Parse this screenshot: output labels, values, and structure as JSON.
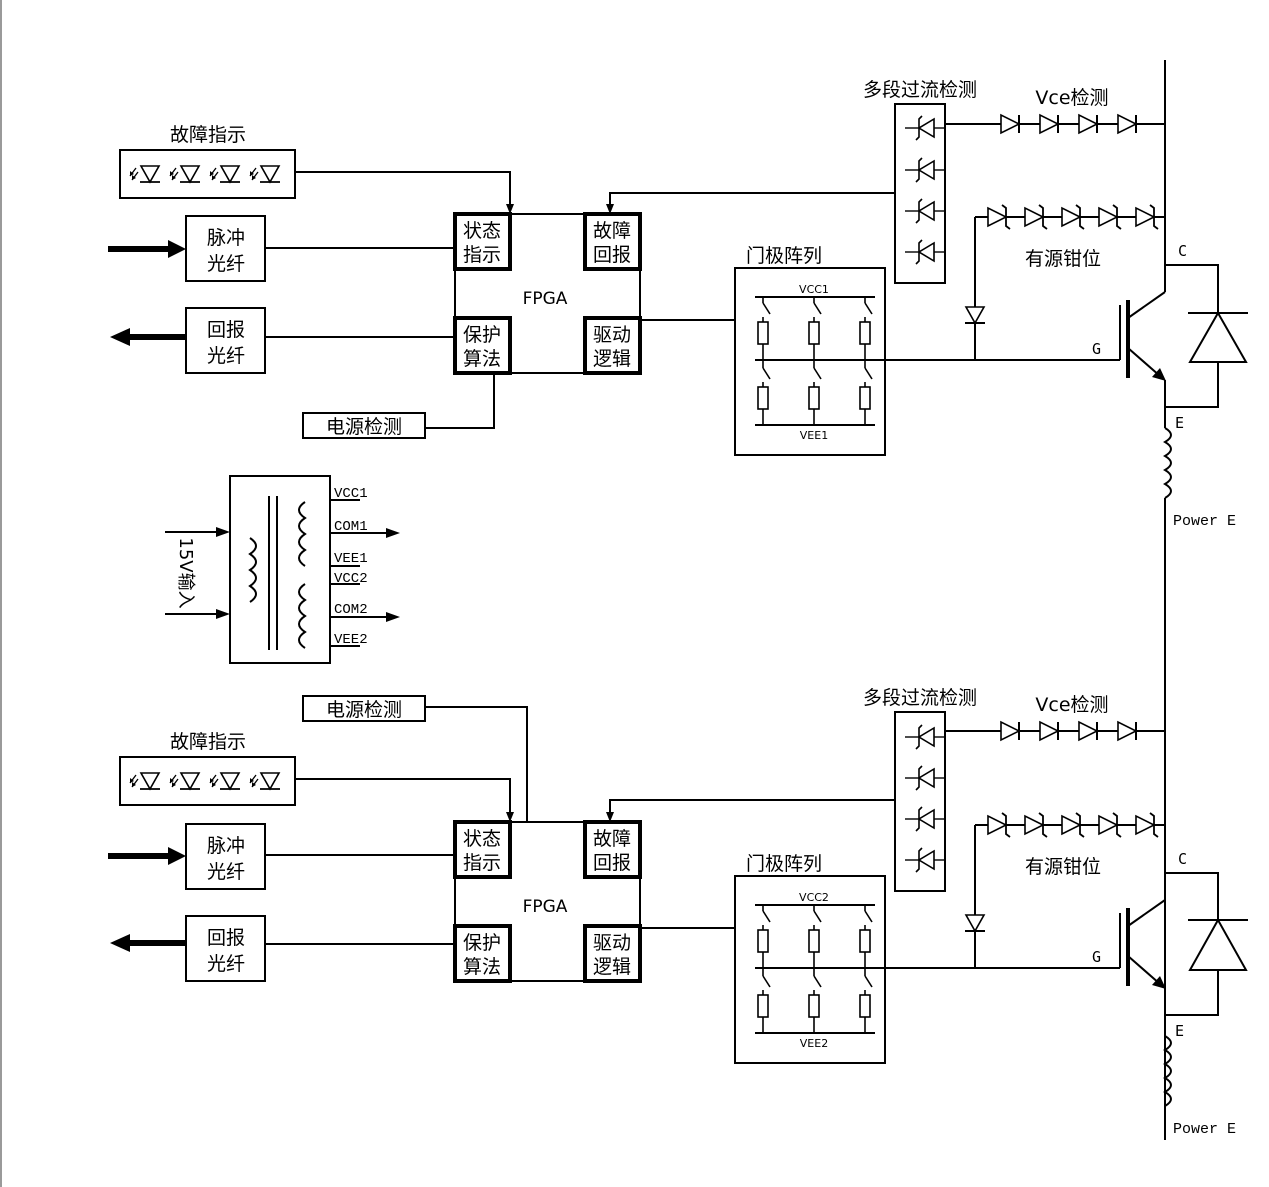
{
  "fault_indicator": "故障指示",
  "pulse_fiber": [
    "脉冲",
    "光纤"
  ],
  "report_fiber": [
    "回报",
    "光纤"
  ],
  "fpga": "FPGA",
  "status_indicator": [
    "状态",
    "指示"
  ],
  "fault_report": [
    "故障",
    "回报"
  ],
  "protection_algorithm": [
    "保护",
    "算法"
  ],
  "drive_logic": [
    "驱动",
    "逻辑"
  ],
  "power_detect": "电源检测",
  "gate_array": "门极阵列",
  "multi_overcurrent": "多段过流检测",
  "vce_detect": "Vce检测",
  "active_clamp": "有源钳位",
  "terminal_c": "C",
  "terminal_g": "G",
  "terminal_e": "E",
  "power_e": "Power E",
  "supply_input": "15V输入",
  "upper": {
    "vcc": "VCC1",
    "vee": "VEE1"
  },
  "lower": {
    "vcc": "VCC2",
    "vee": "VEE2"
  },
  "rails": [
    "VCC1",
    "COM1",
    "VEE1",
    "VCC2",
    "COM2",
    "VEE2"
  ]
}
